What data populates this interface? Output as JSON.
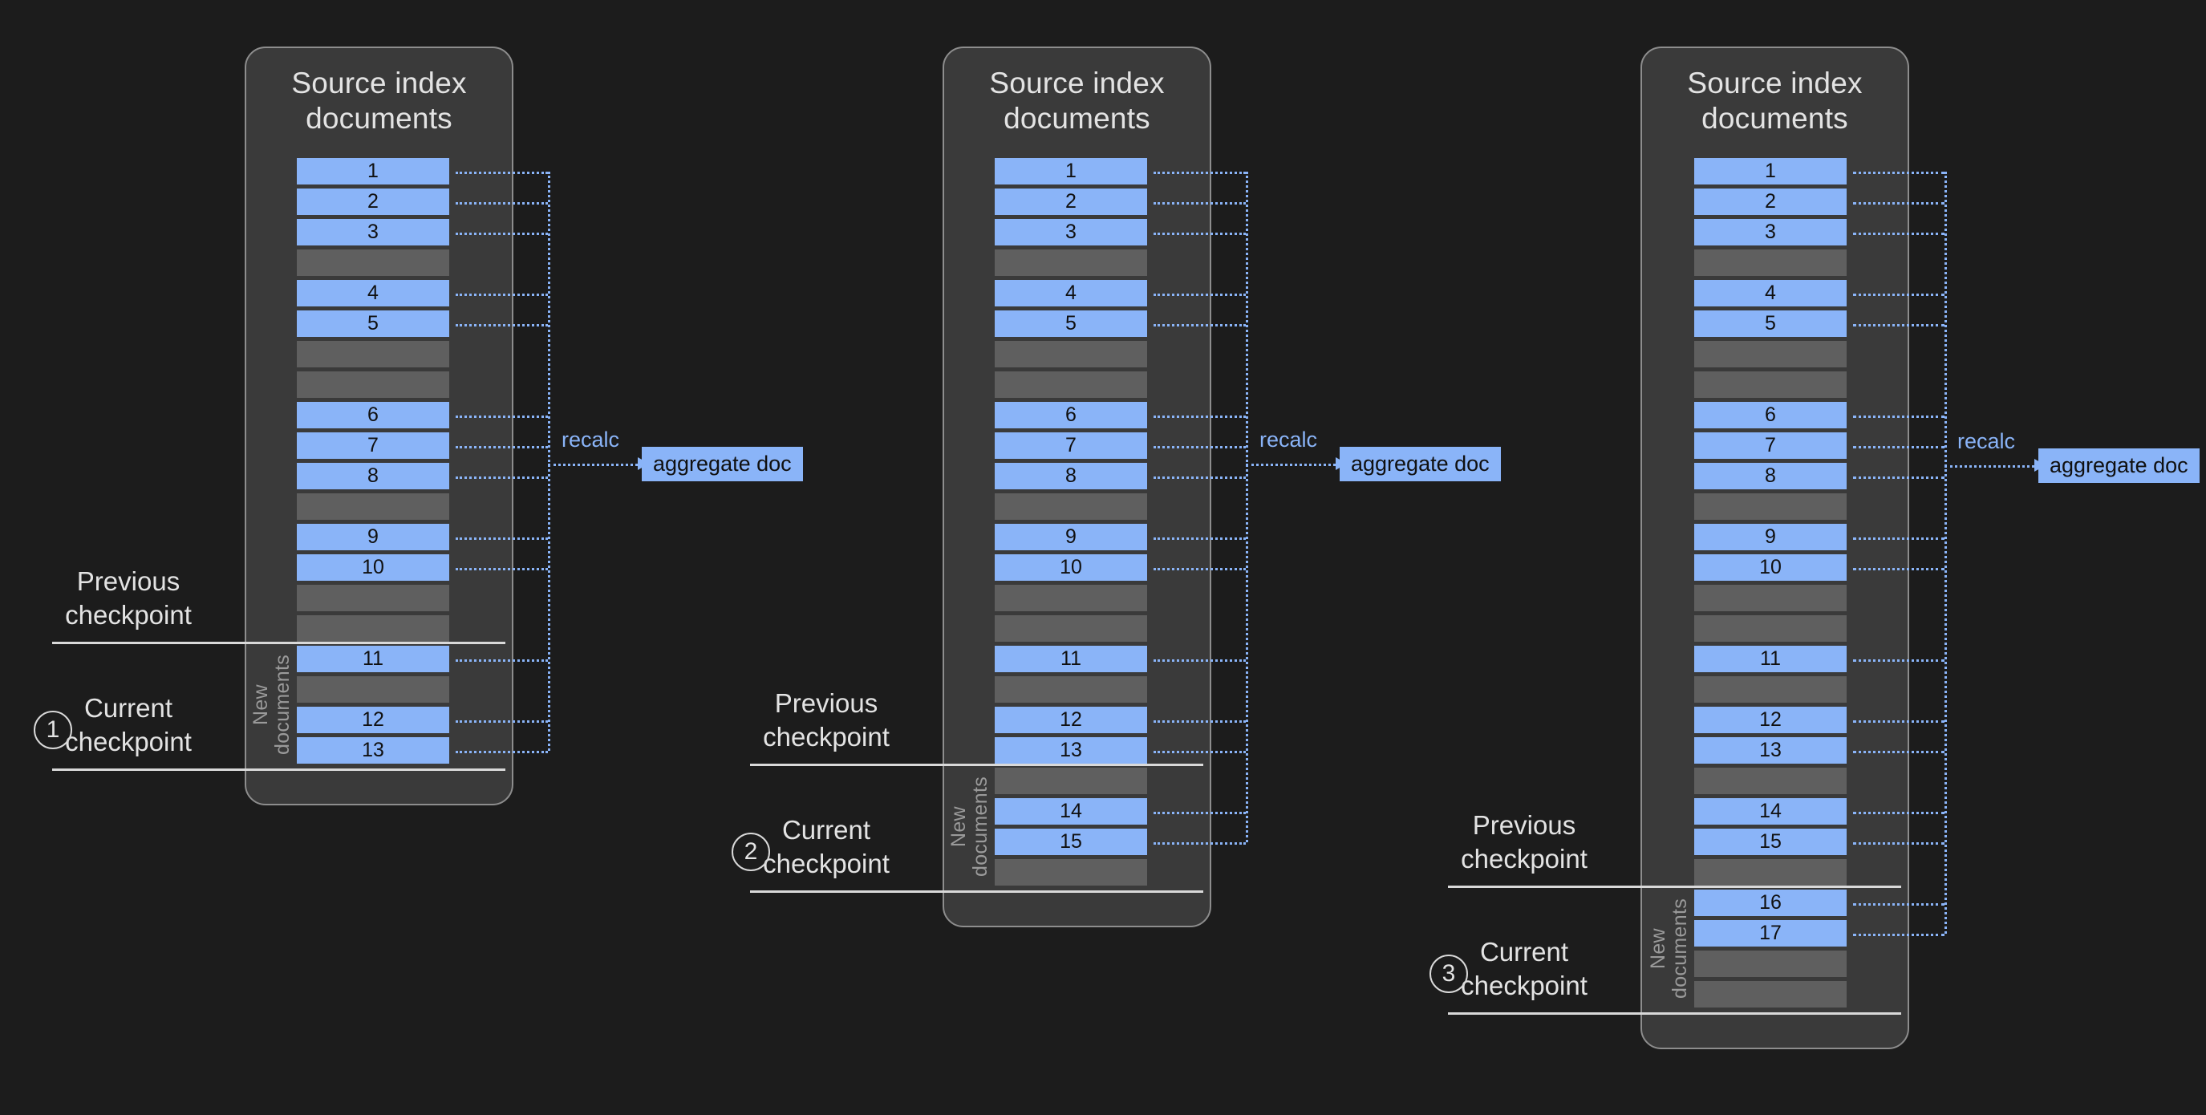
{
  "diagram": {
    "background_color": "#1c1c1c",
    "blue_color": "#8ab4f8",
    "gray_row_color": "#5f5f5f",
    "card_color": "#3a3a3a"
  },
  "card_title": "Source index\ndocuments",
  "new_documents_label": "New\ndocuments",
  "recalc_label": "recalc",
  "aggregate_doc_label": "aggregate doc",
  "previous_checkpoint_label": "Previous\ncheckpoint",
  "current_checkpoint_label": "Current\ncheckpoint",
  "steps": [
    "1",
    "2",
    "3"
  ],
  "columns": [
    {
      "step": "1",
      "rows": [
        {
          "type": "blue",
          "label": "1"
        },
        {
          "type": "blue",
          "label": "2"
        },
        {
          "type": "blue",
          "label": "3"
        },
        {
          "type": "gray",
          "label": ""
        },
        {
          "type": "blue",
          "label": "4"
        },
        {
          "type": "blue",
          "label": "5"
        },
        {
          "type": "gray",
          "label": ""
        },
        {
          "type": "gray",
          "label": ""
        },
        {
          "type": "blue",
          "label": "6"
        },
        {
          "type": "blue",
          "label": "7"
        },
        {
          "type": "blue",
          "label": "8"
        },
        {
          "type": "gray",
          "label": ""
        },
        {
          "type": "blue",
          "label": "9"
        },
        {
          "type": "blue",
          "label": "10"
        },
        {
          "type": "gray",
          "label": ""
        },
        {
          "type": "gray",
          "label": ""
        },
        {
          "type": "blue",
          "label": "11"
        },
        {
          "type": "gray",
          "label": ""
        },
        {
          "type": "blue",
          "label": "12"
        },
        {
          "type": "blue",
          "label": "13"
        }
      ],
      "previous_checkpoint_after_row": 16,
      "current_checkpoint_after_row": 20
    },
    {
      "step": "2",
      "rows": [
        {
          "type": "blue",
          "label": "1"
        },
        {
          "type": "blue",
          "label": "2"
        },
        {
          "type": "blue",
          "label": "3"
        },
        {
          "type": "gray",
          "label": ""
        },
        {
          "type": "blue",
          "label": "4"
        },
        {
          "type": "blue",
          "label": "5"
        },
        {
          "type": "gray",
          "label": ""
        },
        {
          "type": "gray",
          "label": ""
        },
        {
          "type": "blue",
          "label": "6"
        },
        {
          "type": "blue",
          "label": "7"
        },
        {
          "type": "blue",
          "label": "8"
        },
        {
          "type": "gray",
          "label": ""
        },
        {
          "type": "blue",
          "label": "9"
        },
        {
          "type": "blue",
          "label": "10"
        },
        {
          "type": "gray",
          "label": ""
        },
        {
          "type": "gray",
          "label": ""
        },
        {
          "type": "blue",
          "label": "11"
        },
        {
          "type": "gray",
          "label": ""
        },
        {
          "type": "blue",
          "label": "12"
        },
        {
          "type": "blue",
          "label": "13"
        },
        {
          "type": "gray",
          "label": ""
        },
        {
          "type": "blue",
          "label": "14"
        },
        {
          "type": "blue",
          "label": "15"
        },
        {
          "type": "gray",
          "label": ""
        }
      ],
      "previous_checkpoint_after_row": 20,
      "current_checkpoint_after_row": 24
    },
    {
      "step": "3",
      "rows": [
        {
          "type": "blue",
          "label": "1"
        },
        {
          "type": "blue",
          "label": "2"
        },
        {
          "type": "blue",
          "label": "3"
        },
        {
          "type": "gray",
          "label": ""
        },
        {
          "type": "blue",
          "label": "4"
        },
        {
          "type": "blue",
          "label": "5"
        },
        {
          "type": "gray",
          "label": ""
        },
        {
          "type": "gray",
          "label": ""
        },
        {
          "type": "blue",
          "label": "6"
        },
        {
          "type": "blue",
          "label": "7"
        },
        {
          "type": "blue",
          "label": "8"
        },
        {
          "type": "gray",
          "label": ""
        },
        {
          "type": "blue",
          "label": "9"
        },
        {
          "type": "blue",
          "label": "10"
        },
        {
          "type": "gray",
          "label": ""
        },
        {
          "type": "gray",
          "label": ""
        },
        {
          "type": "blue",
          "label": "11"
        },
        {
          "type": "gray",
          "label": ""
        },
        {
          "type": "blue",
          "label": "12"
        },
        {
          "type": "blue",
          "label": "13"
        },
        {
          "type": "gray",
          "label": ""
        },
        {
          "type": "blue",
          "label": "14"
        },
        {
          "type": "blue",
          "label": "15"
        },
        {
          "type": "gray",
          "label": ""
        },
        {
          "type": "blue",
          "label": "16"
        },
        {
          "type": "blue",
          "label": "17"
        },
        {
          "type": "gray",
          "label": ""
        },
        {
          "type": "gray",
          "label": ""
        }
      ],
      "previous_checkpoint_after_row": 24,
      "current_checkpoint_after_row": 28
    }
  ]
}
